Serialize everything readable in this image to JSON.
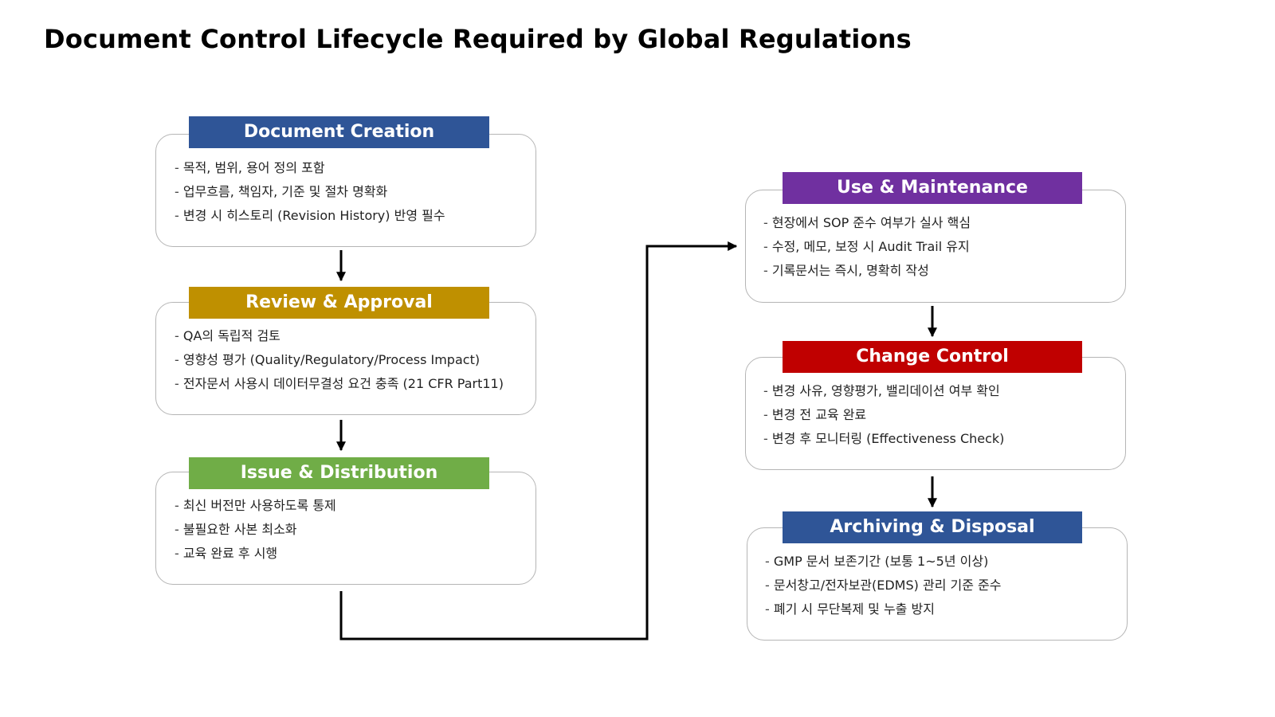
{
  "title": "Document Control Lifecycle Required by Global Regulations",
  "colors": {
    "creation": "#2f5597",
    "review": "#bf9000",
    "issue": "#70ad47",
    "use": "#7030a0",
    "change": "#c00000",
    "archiving": "#2f5597"
  },
  "stages": [
    {
      "name": "Document Creation",
      "items": [
        "목적, 범위, 용어 정의 포함",
        "업무흐름, 책임자, 기준 및 절차 명확화",
        "변경 시 히스토리 (Revision History) 반영 필수"
      ]
    },
    {
      "name": "Review & Approval",
      "items": [
        "QA의 독립적 검토",
        "영향성 평가 (Quality/Regulatory/Process Impact)",
        "전자문서 사용시 데이터무결성 요건 충족 (21 CFR Part11)"
      ]
    },
    {
      "name": "Issue & Distribution",
      "items": [
        "최신 버전만 사용하도록 통제",
        "불필요한 사본 최소화",
        "교육 완료 후 시행"
      ]
    },
    {
      "name": "Use & Maintenance",
      "items": [
        "현장에서 SOP 준수 여부가 실사 핵심",
        "수정, 메모, 보정 시 Audit Trail 유지",
        "기록문서는 즉시, 명확히 작성"
      ]
    },
    {
      "name": "Change Control",
      "items": [
        "변경 사유, 영향평가, 밸리데이션 여부 확인",
        "변경 전 교육 완료",
        "변경 후 모니터링 (Effectiveness Check)"
      ]
    },
    {
      "name": "Archiving & Disposal",
      "items": [
        "GMP 문서 보존기간 (보통 1~5년 이상)",
        "문서창고/전자보관(EDMS) 관리 기준 준수",
        "폐기 시 무단복제 및 누출 방지"
      ]
    }
  ]
}
